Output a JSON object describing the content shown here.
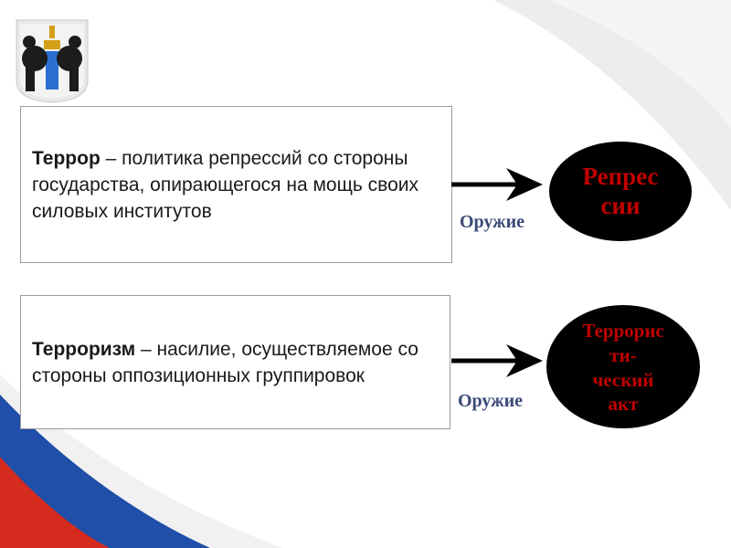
{
  "slide": {
    "definitions": [
      {
        "term": "Террор",
        "text": " – политика репрессий со стороны государства, опирающегося на мощь своих силовых институтов"
      },
      {
        "term": "Терроризм",
        "text": " – насилие, осуществляемое со стороны оппозиционных группировок"
      }
    ],
    "weapon_label_1": "Оружие",
    "weapon_label_2": "Оружие",
    "oval_1_lines": [
      "Репрес",
      "сии"
    ],
    "oval_2_lines": [
      "Террорис",
      "ти-",
      "ческий",
      "акт"
    ]
  },
  "colors": {
    "oval_fill": "#000000",
    "oval_text": "#c00000",
    "label_text": "#3a4a78",
    "flag_white": "#ffffff",
    "flag_blue": "#1f4fa8",
    "flag_red": "#d52b1e"
  },
  "icons": {
    "emblem": "novosibirsk-region-coat-of-arms-icon"
  }
}
